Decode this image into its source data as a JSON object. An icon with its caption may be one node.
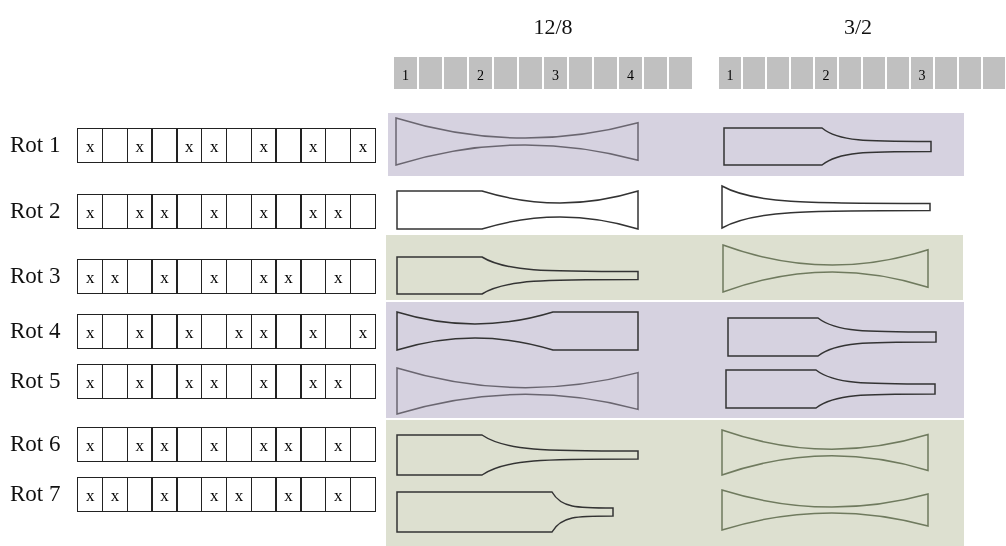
{
  "diagram": {
    "labels": [
      "12/8",
      "3/2",
      "1",
      "2",
      "3",
      "4",
      "1",
      "2",
      "3",
      "Rot 1",
      "x",
      "x",
      "x",
      "x",
      "x",
      "x",
      "x",
      "Rot 2",
      "x",
      "x",
      "x",
      "x",
      "x",
      "x",
      "x",
      "Rot 3",
      "x",
      "x",
      "x",
      "x",
      "x",
      "x",
      "x",
      "Rot 4",
      "x",
      "x",
      "x",
      "x",
      "x",
      "x",
      "x",
      "Rot 5",
      "x",
      "x",
      "x",
      "x",
      "x",
      "x",
      "x",
      "Rot 6",
      "x",
      "x",
      "x",
      "x",
      "x",
      "x",
      "x",
      "Rot 7",
      "x",
      "x",
      "x",
      "x",
      "x",
      "x",
      "x"
    ]
  }
}
